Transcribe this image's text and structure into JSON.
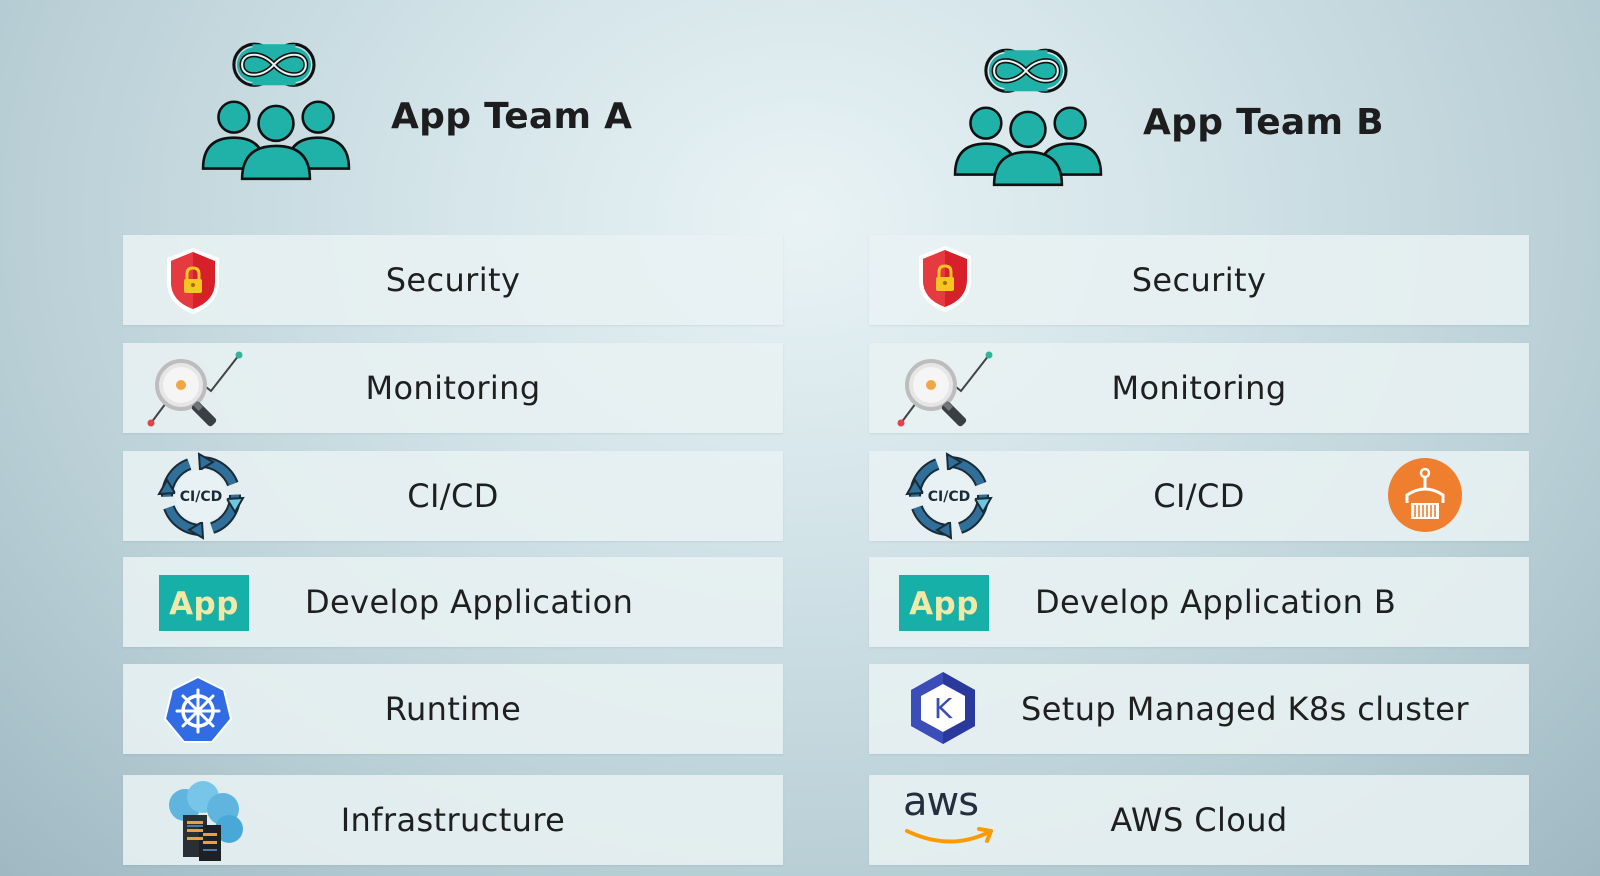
{
  "team_a": {
    "title": "App Team A",
    "rows": [
      {
        "label": "Security",
        "icon": "shield-lock-icon"
      },
      {
        "label": "Monitoring",
        "icon": "magnifier-chart-icon"
      },
      {
        "label": "CI/CD",
        "icon": "cicd-cycle-icon",
        "icon_text": "CI/CD"
      },
      {
        "label": "Develop Application",
        "icon": "app-badge-icon",
        "icon_text": "App"
      },
      {
        "label": "Runtime",
        "icon": "kubernetes-icon"
      },
      {
        "label": "Infrastructure",
        "icon": "cloud-servers-icon"
      }
    ]
  },
  "team_b": {
    "title": "App Team B",
    "rows": [
      {
        "label": "Security",
        "icon": "shield-lock-icon"
      },
      {
        "label": "Monitoring",
        "icon": "magnifier-chart-icon"
      },
      {
        "label": "CI/CD",
        "icon": "cicd-cycle-icon",
        "icon_text": "CI/CD",
        "extra_icon": "robot-crane-icon"
      },
      {
        "label": "Develop Application B",
        "icon": "app-badge-icon",
        "icon_text": "App"
      },
      {
        "label": "Setup Managed K8s cluster",
        "icon": "eks-icon",
        "icon_text": "K"
      },
      {
        "label": "AWS Cloud",
        "icon": "aws-logo-icon",
        "icon_text": "aws"
      }
    ]
  },
  "colors": {
    "teal": "#1aa9a0",
    "shield_red": "#d7202a",
    "lock_yellow": "#f3c623",
    "cicd_blue": "#2f6f99",
    "kubernetes_blue": "#326ce5",
    "eks_blue": "#3b4db8",
    "aws_orange": "#ff9900",
    "robot_orange": "#ef7f2f"
  }
}
